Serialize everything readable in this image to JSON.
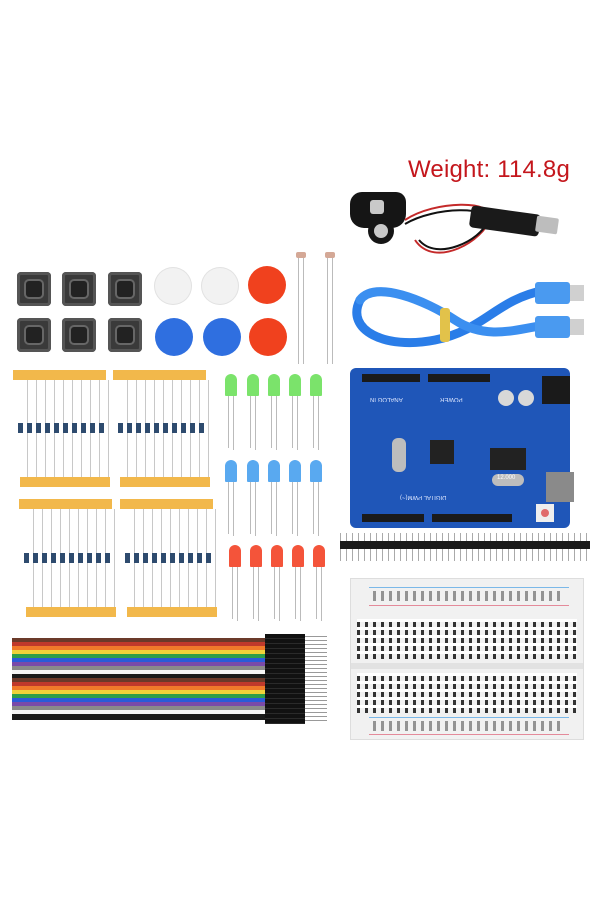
{
  "product": {
    "weight_label": "Weight: 114.8g",
    "weight_color": "#c4161c"
  },
  "components": [
    {
      "name": "9V battery snap connector with DC barrel jack",
      "count": 1
    },
    {
      "name": "USB A to B cable (blue)",
      "count": 1
    },
    {
      "name": "Photoresistor (LDR)",
      "count": 2
    },
    {
      "name": "Tactile push button 12x12mm",
      "count": 6
    },
    {
      "name": "Button cap white",
      "count": 2
    },
    {
      "name": "Button cap red",
      "count": 2
    },
    {
      "name": "Button cap blue",
      "count": 2
    },
    {
      "name": "Resistor strips (10 each)",
      "count": 4
    },
    {
      "name": "LED green 5mm",
      "count": 5
    },
    {
      "name": "LED blue 5mm",
      "count": 5
    },
    {
      "name": "LED red 5mm",
      "count": 5
    },
    {
      "name": "UNO R3 compatible board (CH340)",
      "count": 1
    },
    {
      "name": "Male pin header strip 40-pin",
      "count": 1
    },
    {
      "name": "Breadboard 400 tie-points",
      "count": 1
    },
    {
      "name": "Dupont jumper wires rainbow",
      "count": 20
    }
  ],
  "board": {
    "labels": [
      "ANALOG IN",
      "POWER",
      "DIGITAL PWM(~)",
      "12.000"
    ]
  },
  "colors": {
    "board_blue": "#1f56b8",
    "tape_yellow": "#f2b84b",
    "led_green": "#7be36b",
    "led_blue": "#59a9f0",
    "led_red": "#f4543a",
    "cap_blue": "#2f6fe0",
    "cap_red": "#f0411e",
    "cap_white": "#f2f2f2"
  }
}
